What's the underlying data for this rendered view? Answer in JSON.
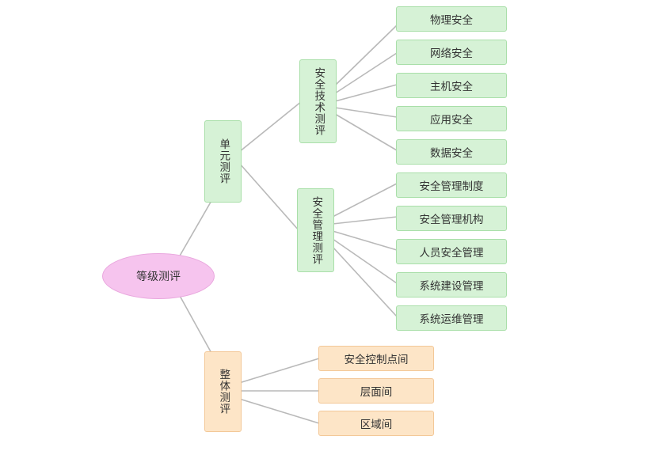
{
  "colors": {
    "green_fill": "#d6f2d6",
    "green_border": "#a9dfa9",
    "orange_fill": "#fde5c7",
    "orange_border": "#f3c898",
    "root_fill": "#f6c4ee",
    "root_border": "#e9a7de",
    "line": "#b9b9b9"
  },
  "diagram": {
    "root": "等级测评",
    "unit": {
      "label": "单元测评",
      "tech": {
        "label": "安全技术测评",
        "items": [
          "物理安全",
          "网络安全",
          "主机安全",
          "应用安全",
          "数据安全"
        ]
      },
      "mgmt": {
        "label": "安全管理测评",
        "items": [
          "安全管理制度",
          "安全管理机构",
          "人员安全管理",
          "系统建设管理",
          "系统运维管理"
        ]
      }
    },
    "overall": {
      "label": "整体测评",
      "items": [
        "安全控制点间",
        "层面间",
        "区域间"
      ]
    }
  }
}
